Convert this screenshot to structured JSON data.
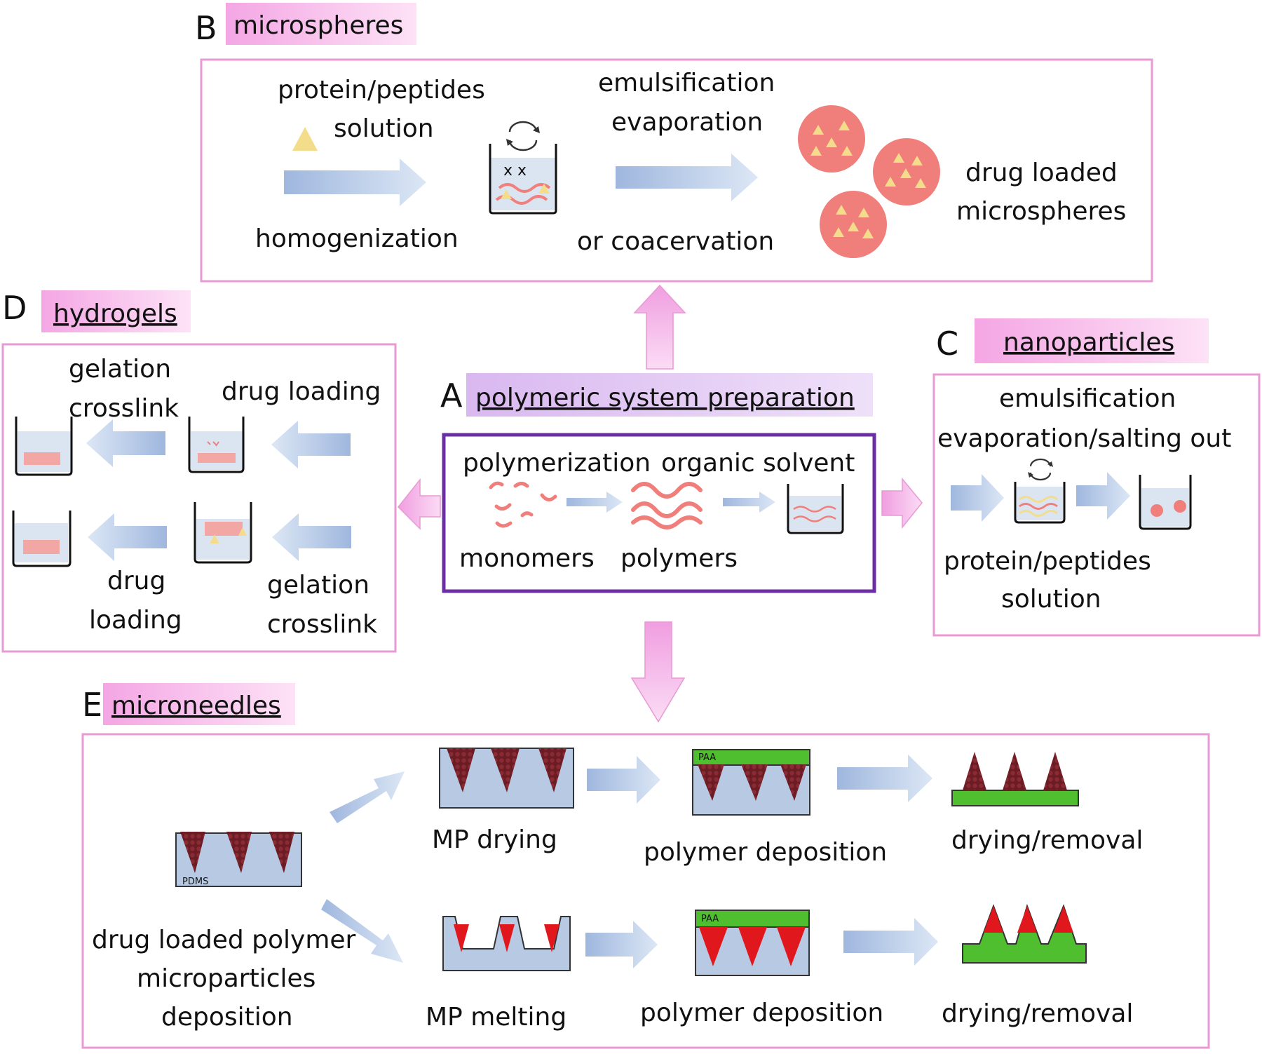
{
  "colors": {
    "frame_pink": "#e79ad3",
    "frame_purple": "#6b2fa3",
    "tag_pink": "#f7c6ea",
    "tag_lavender": "#e2c8f2",
    "arrow_blue": "#b8cbe6",
    "arrow_pink": "#f6c3ec",
    "sphere_red": "#f07f7c",
    "drug_yellow": "#f3dc8a",
    "beaker_fill": "#dbe5f2",
    "mold_fill": "#b8c9e3",
    "needle_red": "#e0171c",
    "base_green": "#4fbf2f",
    "particle_dark": "#6b1c24"
  },
  "panels": {
    "A": {
      "letter": "A",
      "title": "polymeric system preparation",
      "polymerization": "polymerization",
      "organic_solvent": "organic solvent",
      "monomers": "monomers",
      "polymers": "polymers"
    },
    "B": {
      "letter": "B",
      "title": "microspheres",
      "protein_peptides": "protein/peptides",
      "solution": "solution",
      "homogenization": "homogenization",
      "emulsification": "emulsification",
      "evaporation": "evaporation",
      "or_coacervation": "or coacervation",
      "drug_loaded": "drug loaded",
      "microspheres": "microspheres"
    },
    "C": {
      "letter": "C",
      "title": "nanoparticles",
      "emulsification": "emulsification",
      "evaporation_salting_out": "evaporation/salting out",
      "protein_peptides": "protein/peptides",
      "solution": "solution"
    },
    "D": {
      "letter": "D",
      "title": "hydrogels",
      "gelation_top": "gelation",
      "crosslink_top": "crosslink",
      "drug_loading_top": "drug loading",
      "drug_bottom": "drug",
      "loading_bottom": "loading",
      "gelation_bottom": "gelation",
      "crosslink_bottom": "crosslink"
    },
    "E": {
      "letter": "E",
      "title": "microneedles",
      "pdms": "PDMS",
      "paa": "PAA",
      "mp_drying": "MP drying",
      "mp_melting": "MP melting",
      "polymer_deposition": "polymer deposition",
      "drying_removal": "drying/removal",
      "drug_loaded_polymer": "drug loaded polymer",
      "microparticles": "microparticles",
      "deposition": "deposition"
    }
  }
}
